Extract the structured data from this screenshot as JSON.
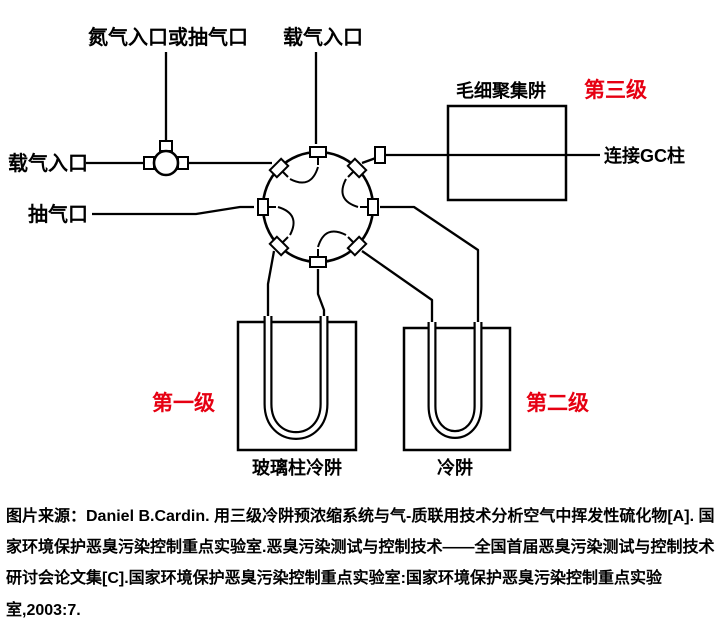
{
  "colors": {
    "ink": "#000000",
    "stage_red": "#e60012",
    "background": "#ffffff"
  },
  "diagram": {
    "labels": {
      "nitrogen_inlet": "氮气入口或抽气口",
      "carrier_inlet_top": "载气入口",
      "carrier_inlet_left": "载气入口",
      "pump_port": "抽气口",
      "capillary_trap": "毛细聚集阱",
      "stage_three": "第三级",
      "gc_column": "连接GC柱",
      "stage_one": "第一级",
      "stage_two": "第二级",
      "glass_column_trap": "玻璃柱冷阱",
      "cold_trap": "冷阱"
    }
  },
  "caption": "图片来源：Daniel B.Cardin. 用三级冷阱预浓缩系统与气-质联用技术分析空气中挥发性硫化物[A]. 国家环境保护恶臭污染控制重点实验室.恶臭污染测试与控制技术——全国首届恶臭污染测试与控制技术研讨会论文集[C].国家环境保护恶臭污染控制重点实验室:国家环境保护恶臭污染控制重点实验室,2003:7."
}
